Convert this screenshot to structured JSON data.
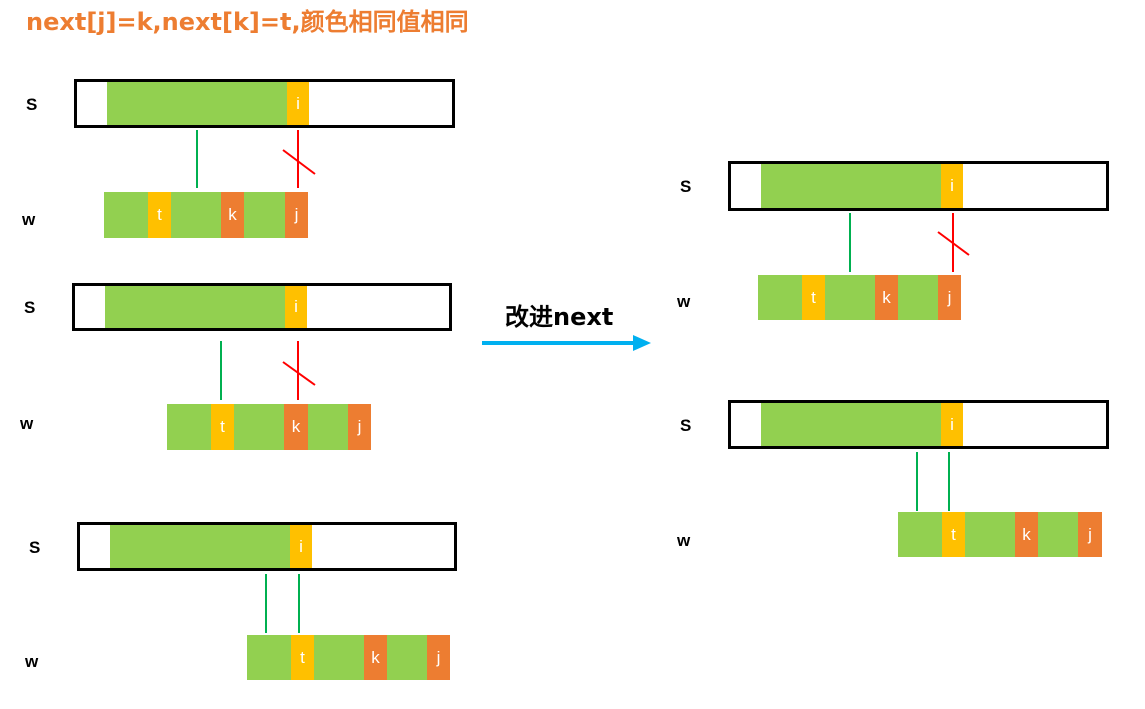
{
  "title": "next[j]=k,next[k]=t,颜色相同值相同",
  "arrow_label": "改进next",
  "labels": {
    "s": "S",
    "w": "w"
  },
  "cells": {
    "i": "i",
    "t": "t",
    "k": "k",
    "j": "j"
  },
  "colors": {
    "green": "#92D050",
    "yellow": "#FFC000",
    "orange": "#ED7D31",
    "match_line": "#00B050",
    "mismatch_line": "#FF0000",
    "arrow": "#00B0F0"
  }
}
